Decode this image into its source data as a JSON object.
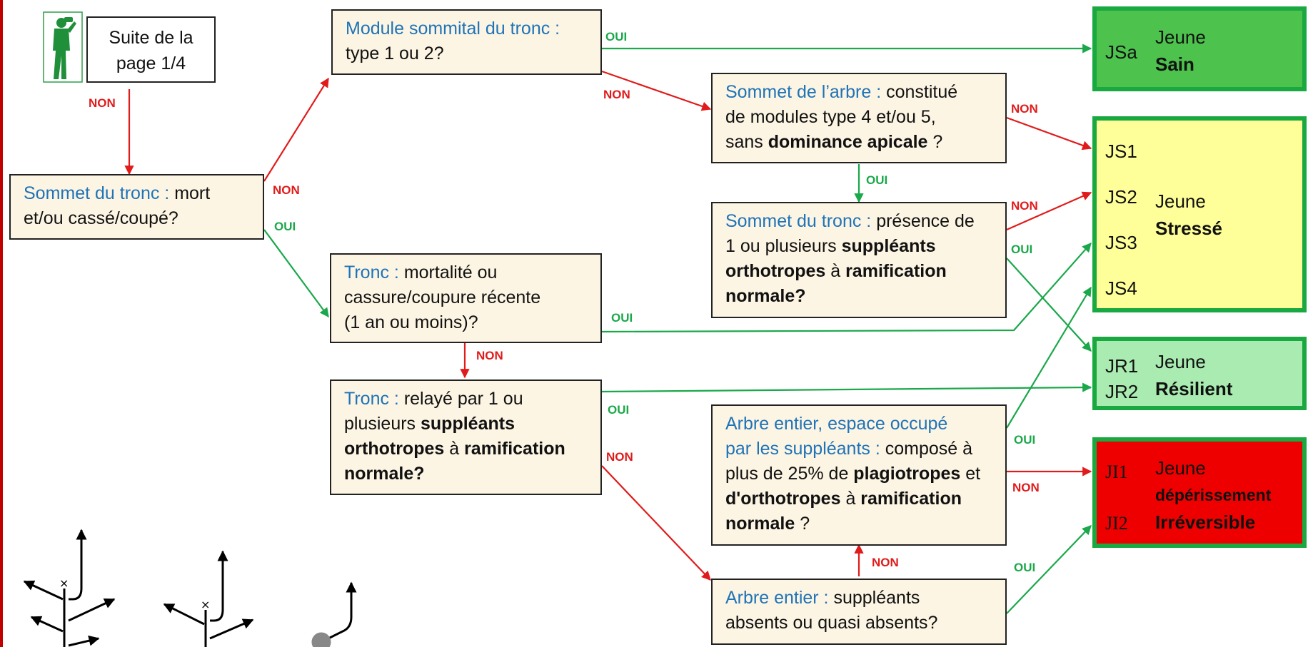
{
  "start_box": {
    "line1": "Suite de la",
    "line2": "page 1/4"
  },
  "q_sommet_tronc": {
    "title": "Sommet du tronc :",
    "text1": " mort",
    "text2": "et/ou cassé/coupé?"
  },
  "q_module_sommital": {
    "title": "Module sommital du tronc :",
    "text": "type 1 ou 2?"
  },
  "q_sommet_arbre": {
    "title": "Sommet de l’arbre :",
    "t1": " constitué",
    "t2": "de modules type 4 et/ou 5,",
    "t3a": "sans ",
    "t3b": "dominance apicale",
    "t3c": " ?"
  },
  "q_presence_suppleants": {
    "title": "Sommet du tronc :",
    "t1": " présence de",
    "t2a": "1 ou plusieurs ",
    "t2b": "suppléants",
    "t3a": "orthotropes",
    "t3b": " à ",
    "t3c": "ramification",
    "t4": "normale?"
  },
  "q_tronc_mortalite": {
    "title": "Tronc :",
    "t1": " mortalité ou",
    "t2": "cassure/coupure récente",
    "t3": "(1 an ou moins)?"
  },
  "q_tronc_relaye": {
    "title": "Tronc :",
    "t1": " relayé par 1 ou",
    "t2a": "plusieurs ",
    "t2b": "suppléants",
    "t3a": "orthotropes",
    "t3b": " à ",
    "t3c": "ramification",
    "t4": "normale?"
  },
  "q_espace_occupe": {
    "title1": "Arbre entier,  espace occupé",
    "title2": "par les suppléants :",
    "t1": " composé à",
    "t2a": "plus de 25% de ",
    "t2b": "plagiotropes",
    "t2c": " et",
    "t3a": "d'orthotropes",
    "t3b": " à ",
    "t3c": "ramification",
    "t4a": "normale",
    "t4b": " ?"
  },
  "q_suppleants_absents": {
    "title": "Arbre entier :",
    "t1": " suppléants",
    "t2": "absents ou quasi absents?"
  },
  "results": {
    "sain": {
      "code": "JSa",
      "line1": "Jeune",
      "line2": "Sain",
      "color": "#4dc24d"
    },
    "stresse": {
      "codes": [
        "JS1",
        "JS2",
        "JS3",
        "JS4"
      ],
      "line1": "Jeune",
      "line2": "Stressé",
      "color": "#ffff99"
    },
    "resilient": {
      "codes": [
        "JR1",
        "JR2"
      ],
      "line1": "Jeune",
      "line2": "Résilient",
      "color": "#a9ebb0"
    },
    "irreversible": {
      "codes": [
        "JI1",
        "JI2"
      ],
      "line1": "Jeune",
      "line2": "dépérissement",
      "line3": "Irréversible",
      "color": "#ee0000"
    }
  },
  "labels": {
    "oui": "OUI",
    "non": "NON"
  },
  "colors": {
    "yes_arrow": "#1aa84a",
    "no_arrow": "#e11b1b",
    "question_text": "#1f73b7",
    "box_fill": "#fdf5e4",
    "result_border": "#1aa840"
  }
}
